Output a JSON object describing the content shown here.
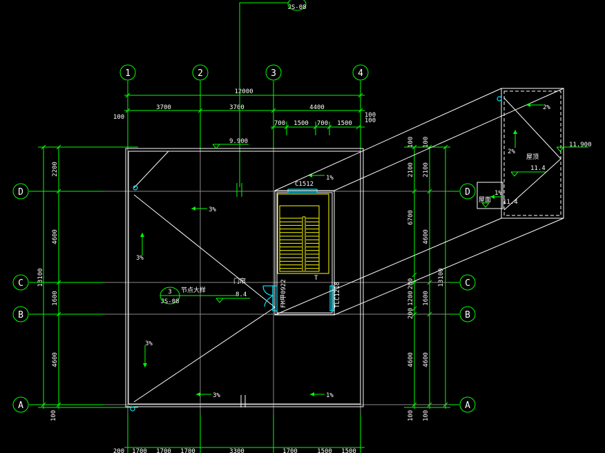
{
  "axes": {
    "columns": [
      "1",
      "2",
      "3",
      "4"
    ],
    "rows": [
      "D",
      "C",
      "B",
      "A"
    ]
  },
  "dims": {
    "total_width": "12000",
    "left_100": "100",
    "span_1": "3700",
    "span_2": "3700",
    "span_3": "4400",
    "seg_700a": "700",
    "seg_1500a": "1500",
    "seg_700b": "700",
    "seg_1500b": "1500",
    "right_100": "100",
    "right_100b": "100",
    "left_2200": "2200",
    "left_4600": "4600",
    "left_1600": "1600",
    "left_4600b": "4600",
    "left_total": "13100",
    "left_100_bottom": "100",
    "r_100_top": "100",
    "r_2100": "2100",
    "r_6700": "6700",
    "r_200a": "200",
    "r_1200": "1200",
    "r_200b": "200",
    "r_4600": "4600",
    "r_100_bot": "100",
    "r2_100_top": "100",
    "r2_2100": "2100",
    "r2_4600": "4600",
    "r2_1600": "1600",
    "r2_4600b": "4600",
    "r2_total": "13100",
    "r2_100_bot": "100"
  },
  "bottom_dims_partial": [
    "200",
    "1700",
    "1700",
    "1700",
    "3300",
    "1700",
    "1500",
    "1500"
  ],
  "levels": {
    "roof_elev": "9.900",
    "stair_roof_elev": "11.900",
    "floor_elev": "8.4",
    "detail_elev": "11.4",
    "small_elev": "11.4"
  },
  "slopes": {
    "s1": "3%",
    "s2": "3%",
    "s3": "3%",
    "s4": "3%",
    "s5": "1%",
    "s6": "1%",
    "s7": "2%",
    "s8": "2%",
    "s9": "1%"
  },
  "callouts": {
    "top_ref": "JS-08",
    "detail_num": "3",
    "detail_ref": "JS-08",
    "detail_label": "节点大样"
  },
  "window_tags": {
    "window_top": "C1512",
    "door_left": "FM甲0922",
    "window_right": "TLC1218"
  },
  "labels": {
    "door_label": "门帘",
    "roof_label": "屋顶",
    "small_label": "屋面"
  }
}
